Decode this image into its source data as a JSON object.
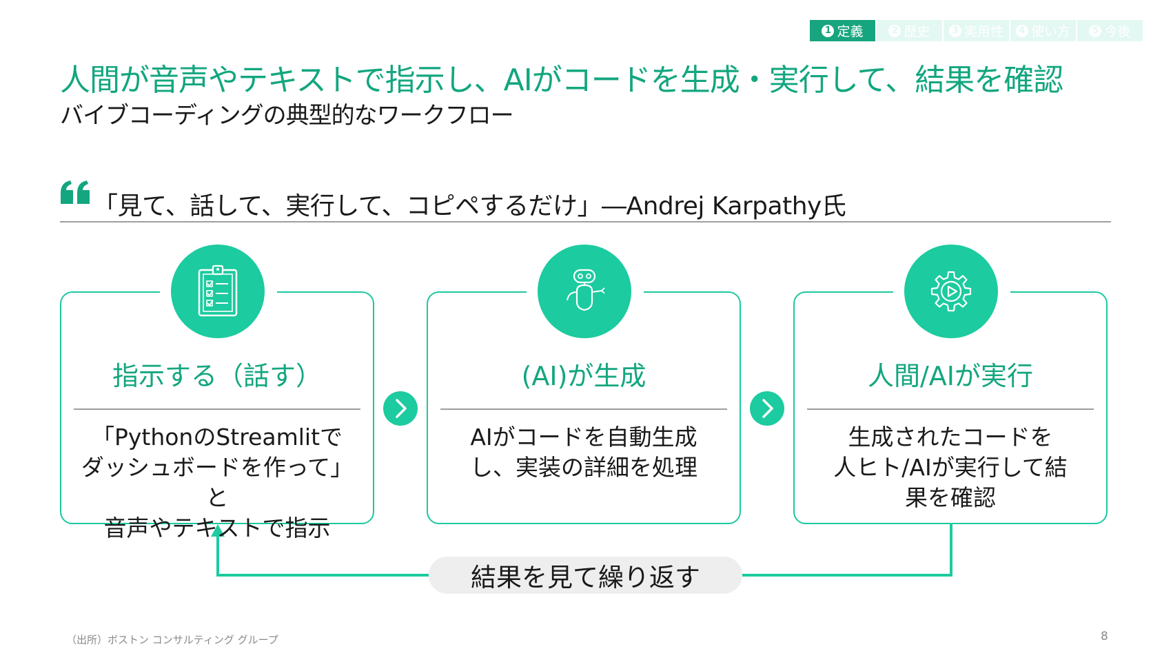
{
  "nav": {
    "tabs": [
      {
        "num": "1",
        "label": "定義",
        "active": true
      },
      {
        "num": "2",
        "label": "歴史",
        "active": false
      },
      {
        "num": "3",
        "label": "実用性",
        "active": false
      },
      {
        "num": "4",
        "label": "使い方",
        "active": false
      },
      {
        "num": "5",
        "label": "今後",
        "active": false
      }
    ]
  },
  "header": {
    "title": "人間が音声やテキストで指示し、AIがコードを生成・実行して、結果を確認",
    "subtitle": "バイブコーディングの典型的なワークフロー"
  },
  "quote": {
    "text": "「見て、話して、実行して、コピペするだけ」―Andrej Karpathy氏"
  },
  "steps": [
    {
      "icon": "clipboard-checklist-icon",
      "title": "指示する（話す）",
      "body": "「PythonのStreamlitで\nダッシュボードを作って」と\n音声やテキストで指示"
    },
    {
      "icon": "robot-icon",
      "title": "(AI)が生成",
      "body": "AIがコードを自動生成\nし、実装の詳細を処理"
    },
    {
      "icon": "gear-play-icon",
      "title": "人間/AIが実行",
      "body": "生成されたコードを\n人ヒト/AIが実行して結\n果を確認"
    }
  ],
  "loop": {
    "label": "結果を見て繰り返す"
  },
  "footer": {
    "source": "（出所）ボストン コンサルティング グループ",
    "page": "8"
  },
  "colors": {
    "accent": "#1ccb9f",
    "title_green": "#13a67f",
    "nav_active": "#16a57e",
    "nav_inactive": "#e3f8f2"
  }
}
